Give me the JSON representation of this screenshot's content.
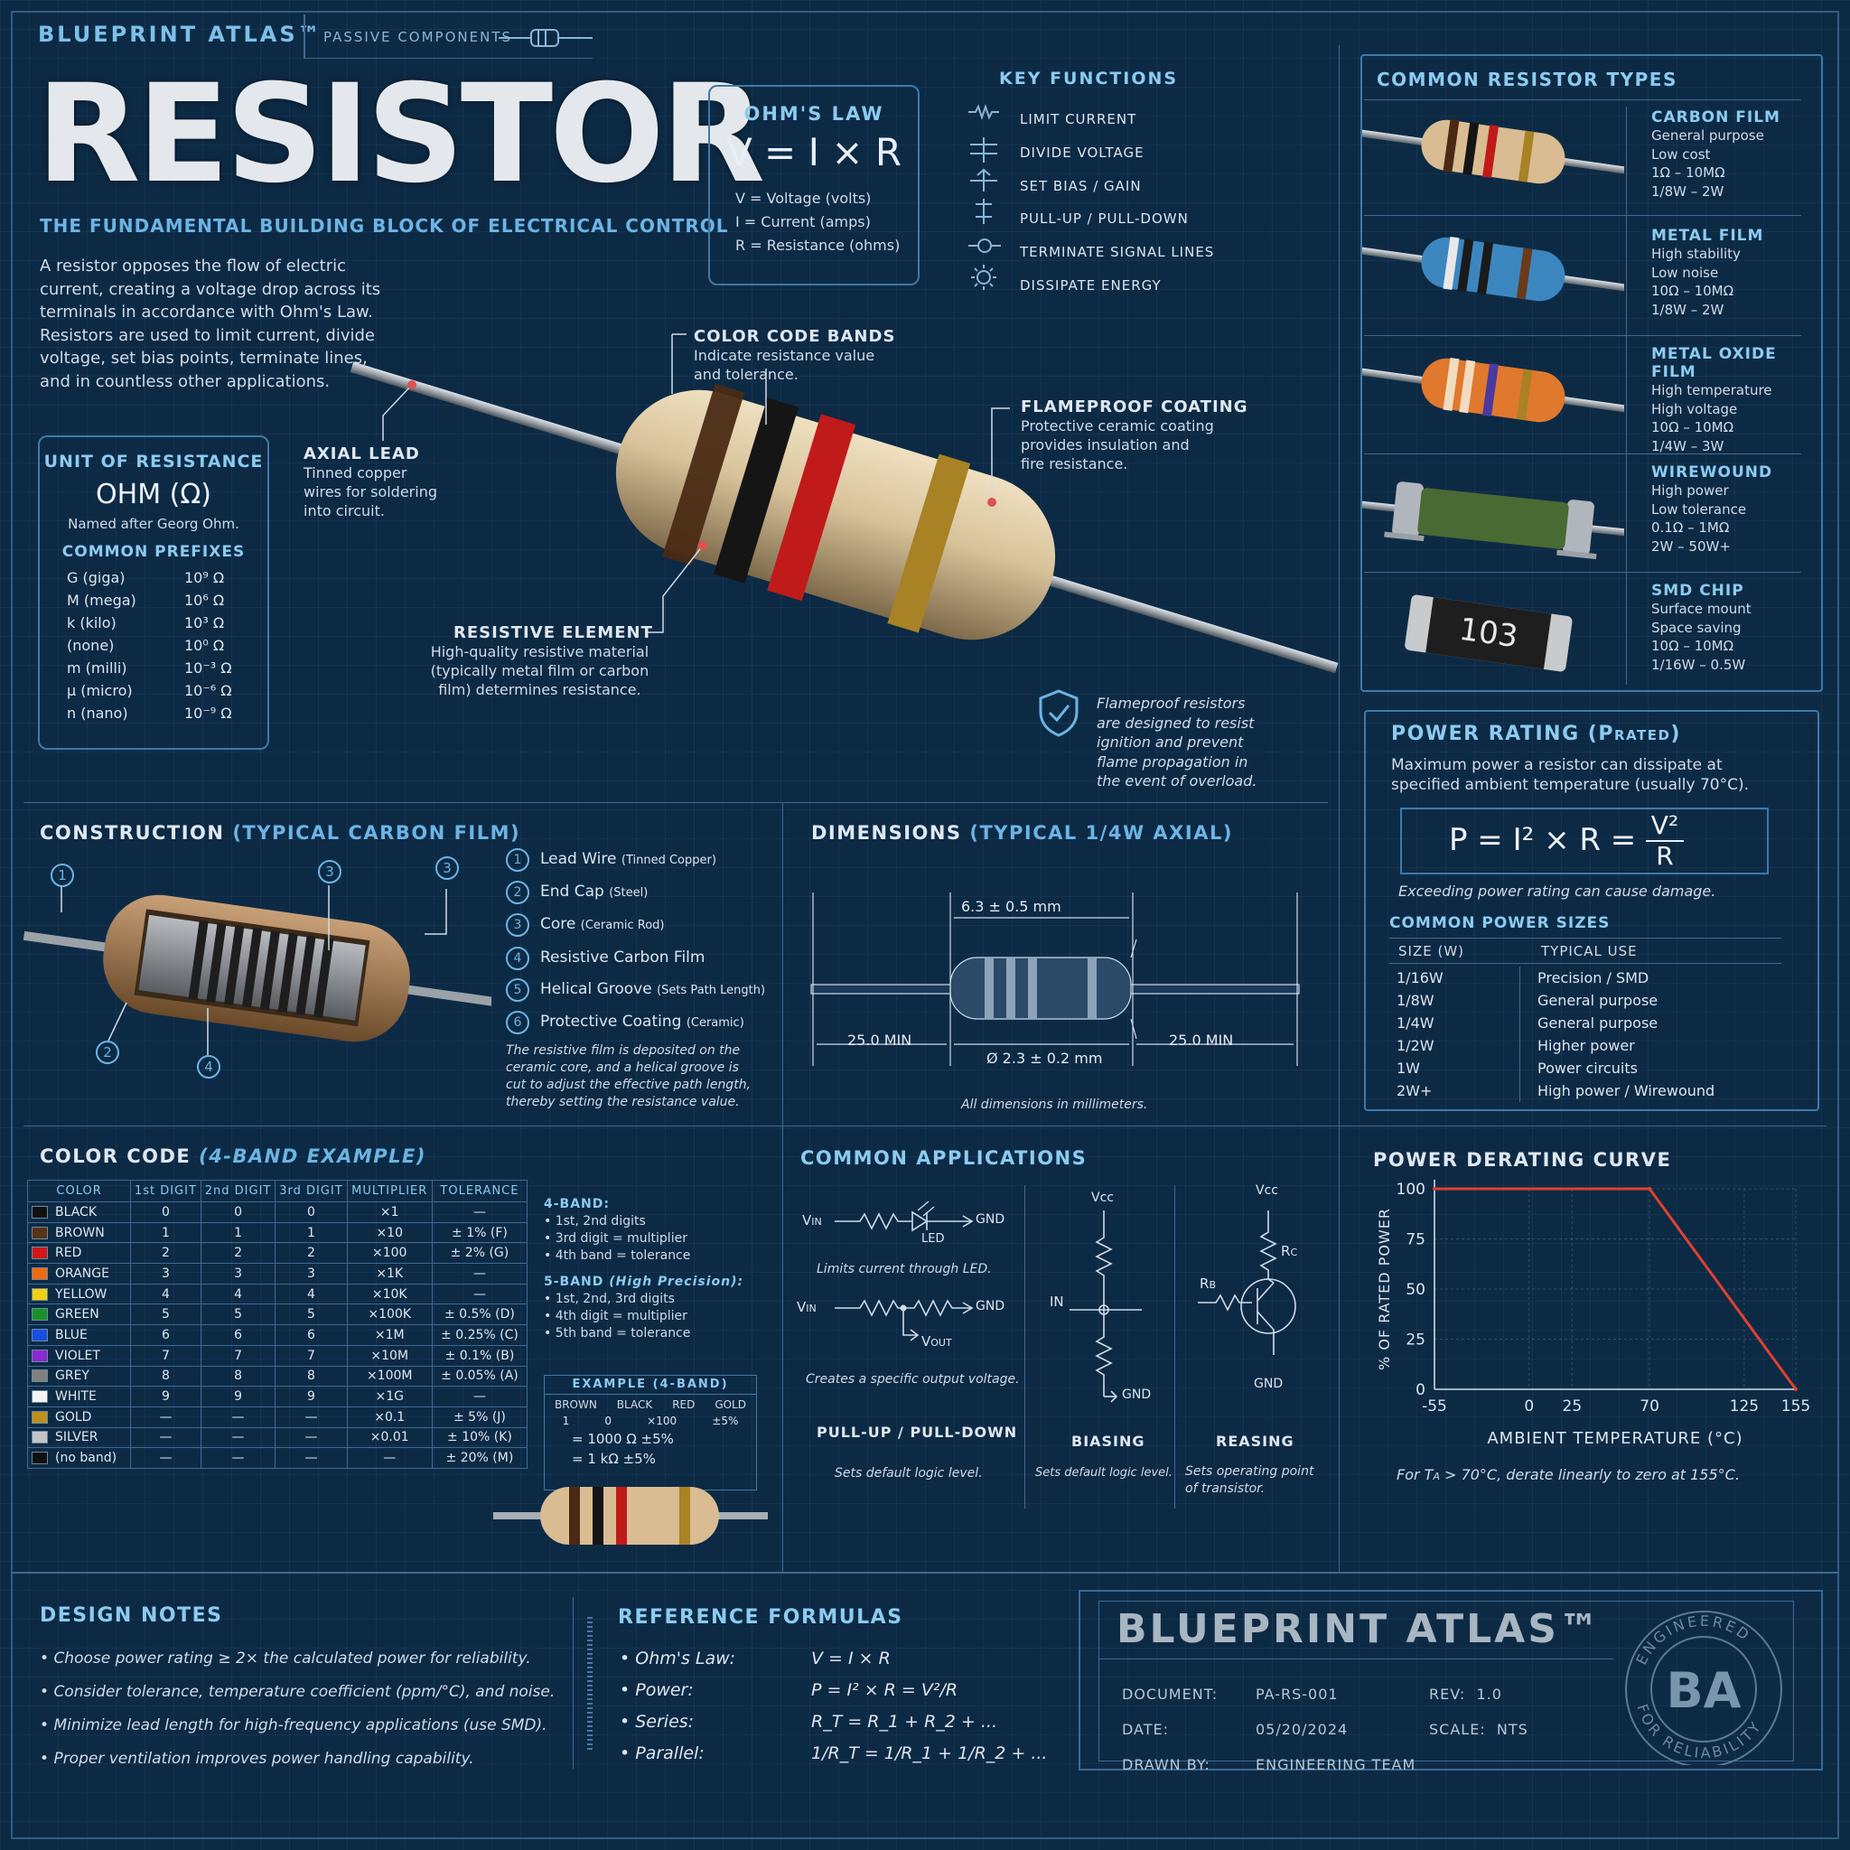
{
  "brand": "BLUEPRINT ATLAS™",
  "category": "PASSIVE COMPONENTS",
  "title": "RESISTOR",
  "subtitle": "THE FUNDAMENTAL BUILDING BLOCK OF ELECTRICAL CONTROL",
  "intro": [
    "A resistor opposes the flow of electric",
    "current, creating a voltage drop across its",
    "terminals in accordance with Ohm's Law.",
    "Resistors are used to limit current, divide",
    "voltage, set bias points, terminate lines,",
    "and in countless other applications."
  ],
  "ohms_law": {
    "title": "OHM'S LAW",
    "formula": "V = I × R",
    "lines": [
      "V = Voltage (volts)",
      "I = Current (amps)",
      "R = Resistance (ohms)"
    ]
  },
  "key_functions": {
    "title": "KEY FUNCTIONS",
    "items": [
      "LIMIT CURRENT",
      "DIVIDE VOLTAGE",
      "SET BIAS / GAIN",
      "PULL-UP / PULL-DOWN",
      "TERMINATE SIGNAL LINES",
      "DISSIPATE ENERGY"
    ]
  },
  "unit": {
    "title": "UNIT OF RESISTANCE",
    "value": "OHM (Ω)",
    "note": "Named after Georg Ohm.",
    "prefix_title": "COMMON PREFIXES",
    "prefixes": [
      [
        "G (giga)",
        "10⁹ Ω"
      ],
      [
        "M (mega)",
        "10⁶ Ω"
      ],
      [
        "k (kilo)",
        "10³ Ω"
      ],
      [
        "(none)",
        "10⁰ Ω"
      ],
      [
        "m (milli)",
        "10⁻³ Ω"
      ],
      [
        "μ (micro)",
        "10⁻⁶ Ω"
      ],
      [
        "n (nano)",
        "10⁻⁹ Ω"
      ]
    ]
  },
  "callouts": {
    "axial": {
      "title": "AXIAL LEAD",
      "lines": [
        "Tinned copper",
        "wires for soldering",
        "into circuit."
      ]
    },
    "bands": {
      "title": "COLOR CODE BANDS",
      "lines": [
        "Indicate resistance value",
        "and tolerance."
      ]
    },
    "coating": {
      "title": "FLAMEPROOF COATING",
      "lines": [
        "Protective ceramic coating",
        "provides insulation and",
        "fire resistance."
      ]
    },
    "element": {
      "title": "RESISTIVE ELEMENT",
      "lines": [
        "High-quality resistive material",
        "(typically metal film or carbon",
        "film) determines resistance."
      ]
    },
    "flame_note": [
      "Flameproof resistors",
      "are designed to resist",
      "ignition and prevent",
      "flame propagation in",
      "the event of overload."
    ]
  },
  "types": {
    "title": "COMMON RESISTOR TYPES",
    "items": [
      {
        "name": "CARBON FILM",
        "lines": [
          "General purpose",
          "Low cost",
          "1Ω – 10MΩ",
          "1/8W – 2W"
        ]
      },
      {
        "name": "METAL FILM",
        "lines": [
          "High stability",
          "Low noise",
          "10Ω – 10MΩ",
          "1/8W – 2W"
        ]
      },
      {
        "name": "METAL OXIDE FILM",
        "lines": [
          "High temperature",
          "High voltage",
          "10Ω – 10MΩ",
          "1/4W – 3W"
        ]
      },
      {
        "name": "WIREWOUND",
        "lines": [
          "High power",
          "Low tolerance",
          "0.1Ω – 1MΩ",
          "2W – 50W+"
        ]
      },
      {
        "name": "SMD CHIP",
        "lines": [
          "Surface mount",
          "Space saving",
          "10Ω – 10MΩ",
          "1/16W – 0.5W"
        ]
      }
    ],
    "smd_marking": "103"
  },
  "power": {
    "title": "POWER RATING (P",
    "title_sub": "RATED",
    "title_end": ")",
    "desc": [
      "Maximum power a resistor can dissipate at",
      "specified ambient temperature (usually 70°C)."
    ],
    "formula_left": "P = I² × R =",
    "formula_num": "V²",
    "formula_den": "R",
    "warning": "Exceeding power rating can cause damage.",
    "sizes_title": "COMMON POWER SIZES",
    "col1": "SIZE (W)",
    "col2": "TYPICAL USE",
    "rows": [
      [
        "1/16W",
        "Precision / SMD"
      ],
      [
        "1/8W",
        "General purpose"
      ],
      [
        "1/4W",
        "General purpose"
      ],
      [
        "1/2W",
        "Higher power"
      ],
      [
        "1W",
        "Power circuits"
      ],
      [
        "2W+",
        "High power / Wirewound"
      ]
    ]
  },
  "construction": {
    "title": "CONSTRUCTION",
    "title_paren": "(TYPICAL CARBON FILM)",
    "items": [
      [
        "Lead Wire",
        "(Tinned Copper)"
      ],
      [
        "End Cap",
        "(Steel)"
      ],
      [
        "Core",
        "(Ceramic Rod)"
      ],
      [
        "Resistive Carbon Film",
        ""
      ],
      [
        "Helical Groove",
        "(Sets Path Length)"
      ],
      [
        "Protective Coating",
        "(Ceramic)"
      ]
    ],
    "note": [
      "The resistive film is deposited on the",
      "ceramic core, and a helical groove is",
      "cut to adjust the effective path length,",
      "thereby setting the resistance value."
    ]
  },
  "dimensions": {
    "title": "DIMENSIONS",
    "title_paren": "(TYPICAL 1/4W  AXIAL)",
    "body": "6.3 ± 0.5 mm",
    "lead_left": "25.0 MIN",
    "lead_right": "25.0 MIN",
    "dia": "Ø 2.3 ± 0.2 mm",
    "note": "All dimensions in millimeters."
  },
  "color_code": {
    "title": "COLOR CODE",
    "title_paren": "(4-BAND EXAMPLE)",
    "headers": [
      "COLOR",
      "1st DIGIT",
      "2nd DIGIT",
      "3rd DIGIT",
      "MULTIPLIER",
      "TOLERANCE"
    ],
    "rows": [
      [
        "#111111",
        "BLACK",
        "0",
        "0",
        "0",
        "×1",
        "—"
      ],
      [
        "#5a3214",
        "BROWN",
        "1",
        "1",
        "1",
        "×10",
        "± 1% (F)"
      ],
      [
        "#d01818",
        "RED",
        "2",
        "2",
        "2",
        "×100",
        "± 2% (G)"
      ],
      [
        "#f06a10",
        "ORANGE",
        "3",
        "3",
        "3",
        "×1K",
        "—"
      ],
      [
        "#f0d010",
        "YELLOW",
        "4",
        "4",
        "4",
        "×10K",
        "—"
      ],
      [
        "#18902a",
        "GREEN",
        "5",
        "5",
        "5",
        "×100K",
        "± 0.5% (D)"
      ],
      [
        "#1a4ee0",
        "BLUE",
        "6",
        "6",
        "6",
        "×1M",
        "± 0.25% (C)"
      ],
      [
        "#8a2ad0",
        "VIOLET",
        "7",
        "7",
        "7",
        "×10M",
        "± 0.1% (B)"
      ],
      [
        "#808080",
        "GREY",
        "8",
        "8",
        "8",
        "×100M",
        "± 0.05% (A)"
      ],
      [
        "#f4f4f4",
        "WHITE",
        "9",
        "9",
        "9",
        "×1G",
        "—"
      ],
      [
        "#c0901a",
        "GOLD",
        "—",
        "—",
        "—",
        "×0.1",
        "± 5% (J)"
      ],
      [
        "#c4c4c4",
        "SILVER",
        "—",
        "—",
        "—",
        "×0.01",
        "± 10% (K)"
      ],
      [
        "#111111",
        "(no band)",
        "—",
        "—",
        "—",
        "—",
        "± 20% (M)"
      ]
    ],
    "four_band_title": "4-BAND:",
    "four_band": [
      "1st, 2nd digits",
      "3rd digit = multiplier",
      "4th band = tolerance"
    ],
    "five_band_title": "5-BAND",
    "five_band_paren": "(High Precision):",
    "five_band": [
      "1st, 2nd, 3rd digits",
      "4th digit = multiplier",
      "5th band = tolerance"
    ],
    "example": {
      "title": "EXAMPLE (4-BAND)",
      "cols": [
        "BROWN",
        "BLACK",
        "RED",
        "GOLD"
      ],
      "vals": [
        "1",
        "0",
        "×100",
        "±5%"
      ],
      "r1": "= 1000 Ω ±5%",
      "r2": "= 1 kΩ ±5%"
    }
  },
  "apps": {
    "title": "COMMON APPLICATIONS",
    "vin": "V",
    "vin_sub": "IN",
    "gnd": "GND",
    "led": "LED",
    "led_caption": "Limits current through LED.",
    "vout": "V",
    "vout_sub": "OUT",
    "div_caption": "Creates a specific output voltage.",
    "pull_title": "PULL-UP / PULL-DOWN",
    "pull_caption": "Sets default logic level.",
    "vcc": "Vcc",
    "in": "IN",
    "bias_title": "BIASING",
    "bias_caption": "Sets default logic level.",
    "rb": "R",
    "rb_sub": "B",
    "rc": "R",
    "rc_sub": "C",
    "bias2_title": "REASING",
    "bias2_caption": [
      "Sets operating point",
      "of transistor."
    ]
  },
  "chart_data": {
    "type": "line",
    "title": "POWER DERATING CURVE",
    "xlabel": "AMBIENT TEMPERATURE (°C)",
    "ylabel": "% OF RATED POWER",
    "x": [
      -55,
      70,
      155
    ],
    "y": [
      100,
      100,
      0
    ],
    "xticks": [
      -55,
      0,
      25,
      70,
      125,
      155
    ],
    "yticks": [
      0,
      25,
      50,
      75,
      100
    ],
    "xlim": [
      -55,
      155
    ],
    "ylim": [
      0,
      100
    ],
    "grid": true,
    "color": "#e0412e",
    "note": "For T",
    "note_sub": "A",
    "note_end": " > 70°C, derate linearly to zero at 155°C."
  },
  "design_notes": {
    "title": "DESIGN NOTES",
    "items": [
      "Choose power rating ≥ 2× the calculated power for reliability.",
      "Consider tolerance, temperature coefficient (ppm/°C), and noise.",
      "Minimize lead length for high-frequency applications (use SMD).",
      "Proper ventilation improves power handling capability."
    ]
  },
  "formulas": {
    "title": "REFERENCE FORMULAS",
    "items": [
      [
        "Ohm's Law:",
        "V = I × R"
      ],
      [
        "Power:",
        "P = I² × R = V²/R"
      ],
      [
        "Series:",
        "R_T = R_1 + R_2 + ..."
      ],
      [
        "Parallel:",
        "1/R_T = 1/R_1 + 1/R_2 + ..."
      ]
    ]
  },
  "title_block": {
    "brand": "BLUEPRINT ATLAS™",
    "doc_label": "DOCUMENT:",
    "doc": "PA-RS-001",
    "rev_label": "REV:",
    "rev": "1.0",
    "date_label": "DATE:",
    "date": "05/20/2024",
    "scale_label": "SCALE:",
    "scale": "NTS",
    "drawn_label": "DRAWN BY:",
    "drawn": "ENGINEERING TEAM",
    "seal": "BA",
    "seal_top": "ENGINEERED",
    "seal_bottom": "FOR RELIABILITY"
  }
}
